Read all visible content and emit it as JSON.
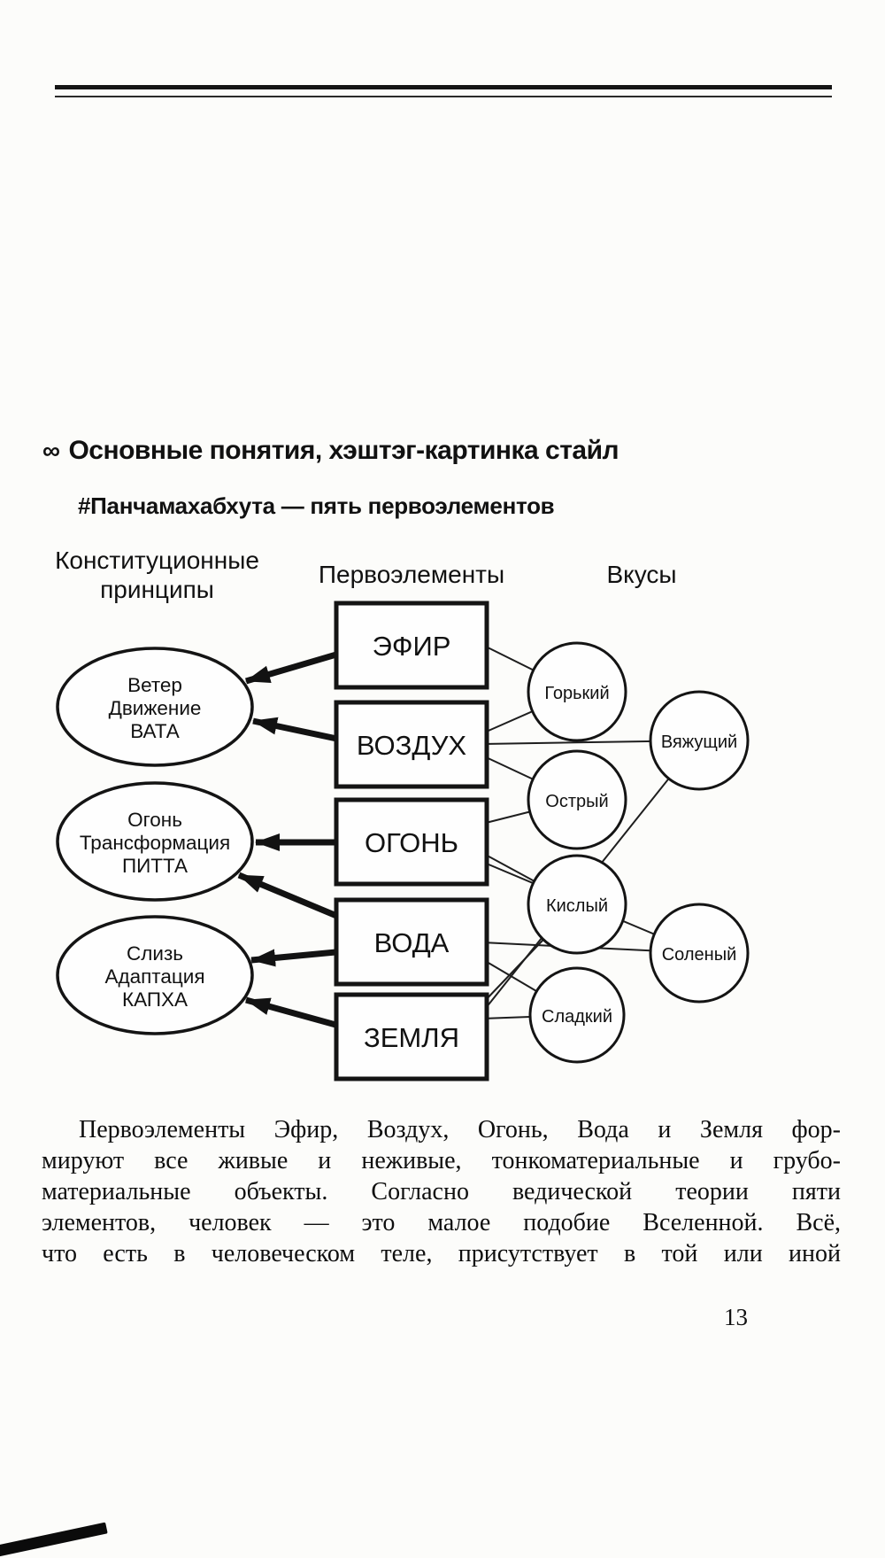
{
  "page": {
    "ornament": "∞",
    "heading": "Основные понятия, хэштэг-картинка стайл",
    "subheading": "#Панчамахабхута — пять первоэлементов",
    "paragraph_lines": [
      "Первоэлементы Эфир, Воздух, Огонь, Вода и Земля фор-",
      "мируют все живые и неживые, тонкоматериальные и грубо-",
      "материальные объекты. Согласно ведической теории пяти",
      "элементов, человек — это малое подобие Вселенной. Всё,",
      "что есть в человеческом теле, присутствует в той или иной"
    ],
    "page_number": "13",
    "ink_color": "#141414",
    "paper_color": "#fcfcfa"
  },
  "diagram": {
    "column_headers": {
      "principles": [
        "Конституционные",
        "принципы"
      ],
      "elements": "Первоэлементы",
      "tastes": "Вкусы"
    },
    "principles": [
      {
        "lines": [
          "Ветер",
          "Движение",
          "ВАТА"
        ]
      },
      {
        "lines": [
          "Огонь",
          "Трансформация",
          "ПИТТА"
        ]
      },
      {
        "lines": [
          "Слизь",
          "Адаптация",
          "КАПХА"
        ]
      }
    ],
    "elements": [
      "ЭФИР",
      "ВОЗДУХ",
      "ОГОНЬ",
      "ВОДА",
      "ЗЕМЛЯ"
    ],
    "tastes": [
      "Горький",
      "Вяжущий",
      "Острый",
      "Кислый",
      "Соленый",
      "Сладкий"
    ],
    "element_to_principle": [
      {
        "from": "ЭФИР",
        "to": "ВАТА"
      },
      {
        "from": "ВОЗДУХ",
        "to": "ВАТА"
      },
      {
        "from": "ОГОНЬ",
        "to": "ПИТТА"
      },
      {
        "from": "ВОДА",
        "to": "ПИТТА"
      },
      {
        "from": "ВОДА",
        "to": "КАПХА"
      },
      {
        "from": "ЗЕМЛЯ",
        "to": "КАПХА"
      }
    ],
    "element_to_taste": [
      {
        "from": "ЭФИР",
        "to": "Горький"
      },
      {
        "from": "ВОЗДУХ",
        "to": "Горький"
      },
      {
        "from": "ВОЗДУХ",
        "to": "Вяжущий"
      },
      {
        "from": "ВОЗДУХ",
        "to": "Острый"
      },
      {
        "from": "ОГОНЬ",
        "to": "Острый"
      },
      {
        "from": "ОГОНЬ",
        "to": "Кислый"
      },
      {
        "from": "ОГОНЬ",
        "to": "Соленый"
      },
      {
        "from": "ВОДА",
        "to": "Соленый"
      },
      {
        "from": "ВОДА",
        "to": "Сладкий"
      },
      {
        "from": "ЗЕМЛЯ",
        "to": "Кислый"
      },
      {
        "from": "ЗЕМЛЯ",
        "to": "Сладкий"
      },
      {
        "from": "ЗЕМЛЯ",
        "to": "Вяжущий"
      }
    ]
  }
}
